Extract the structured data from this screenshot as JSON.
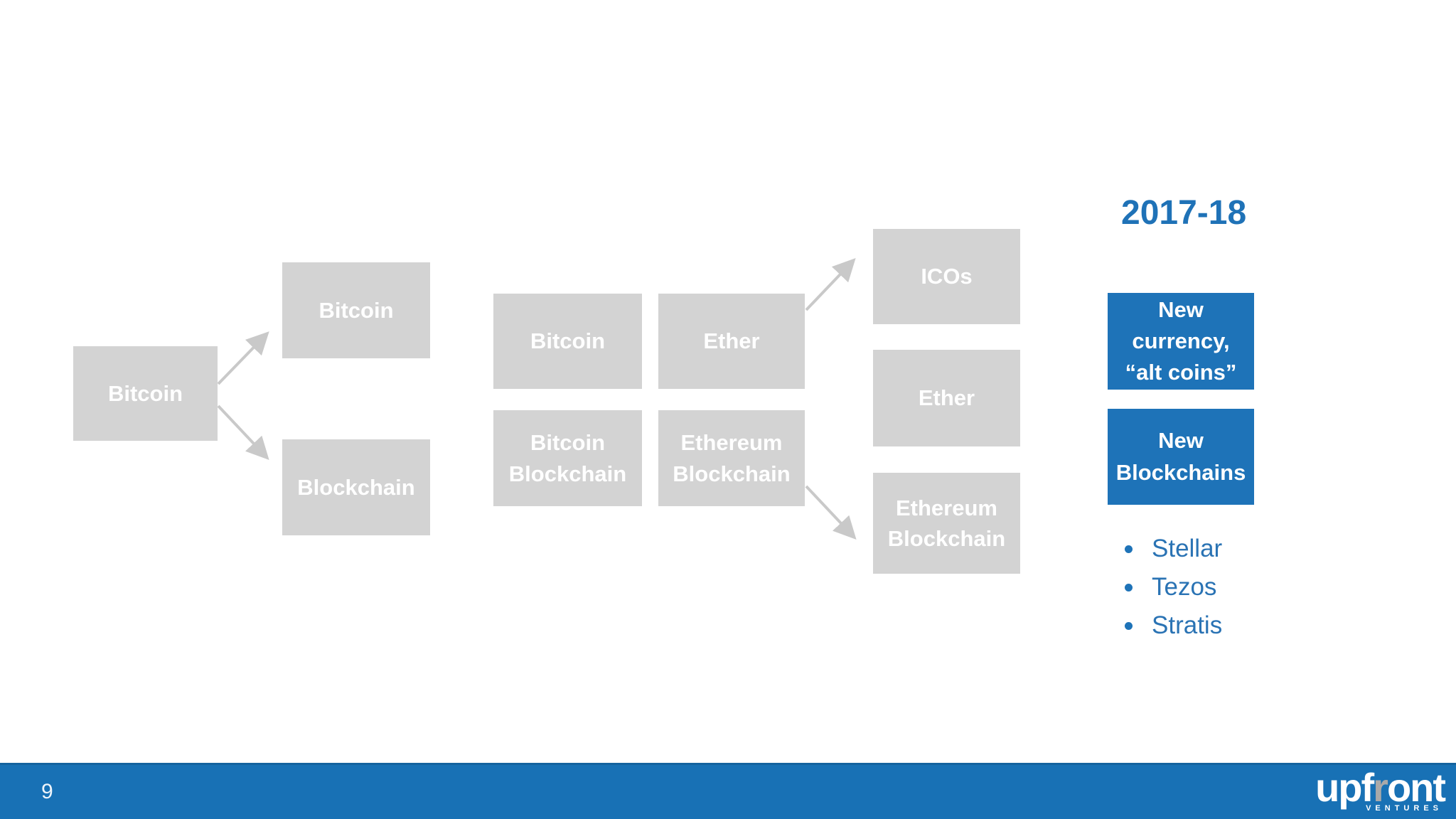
{
  "panel": {
    "year_label": "2017-18",
    "box_new_currency": {
      "lines": [
        "New",
        "currency,",
        "“alt coins”"
      ]
    },
    "box_new_blockchains": {
      "lines": [
        "New",
        "Blockchains"
      ]
    },
    "bullets": [
      "Stellar",
      "Tezos",
      "Stratis"
    ]
  },
  "diagram": {
    "nodes": {
      "root": "Bitcoin",
      "fork_coin": "Bitcoin",
      "fork_ledger": "Blockchain",
      "btc_coin": "Bitcoin",
      "eth_coin": "Ether",
      "btc_chain": "Bitcoin Blockchain",
      "eth_chain": "Ethereum Blockchain",
      "icos": "ICOs",
      "ether_out": "Ether",
      "eth_chain_out": "Ethereum Blockchain"
    }
  },
  "footer": {
    "page_number": "9",
    "logo": {
      "part1": "upf",
      "part2": "r",
      "part3": "ont",
      "sub": "VENTURES"
    }
  },
  "colors": {
    "accent_blue": "#1e73b8",
    "title_blue": "#1f72b7",
    "bullet_text_blue": "#2a73b4",
    "footer_blue": "#1871b5",
    "node_gray": "#d3d3d3",
    "arrow_gray": "#c9c9c9",
    "node_text": "#ffffff",
    "logo_r_gray": "#a9a9a9"
  }
}
